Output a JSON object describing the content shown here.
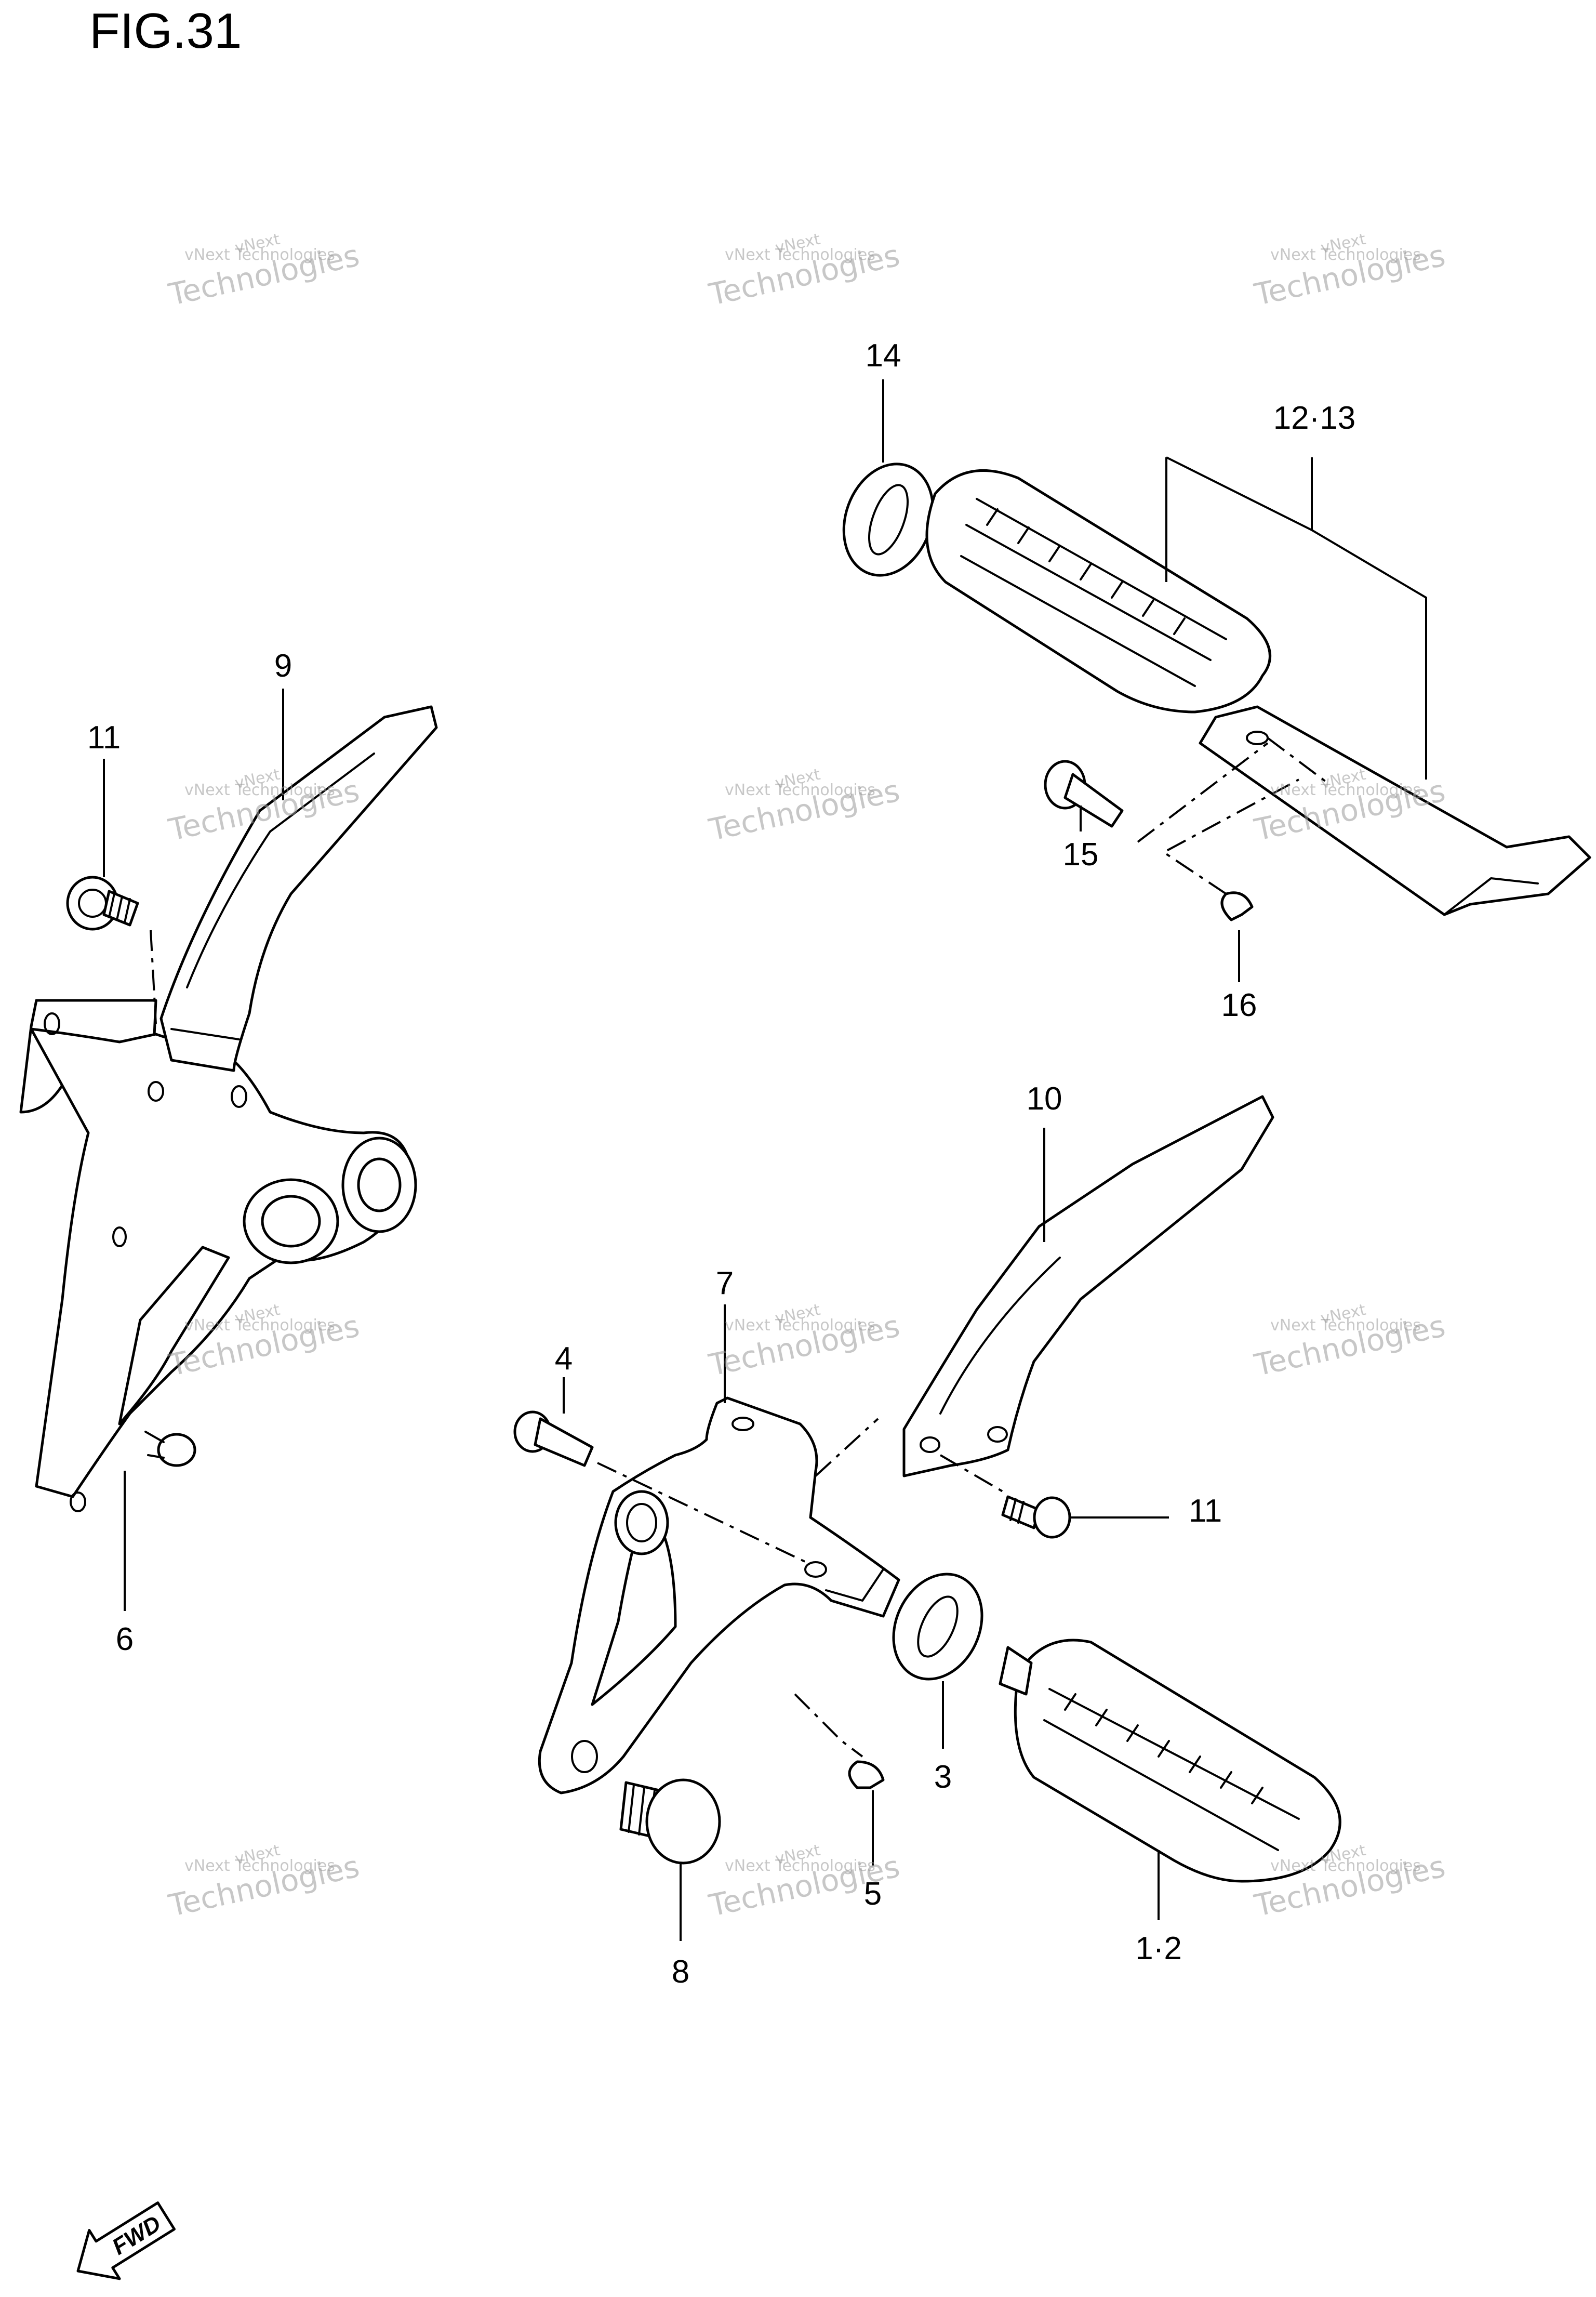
{
  "figure": {
    "title": "FIG.31"
  },
  "callouts": {
    "c1_2": "1·2",
    "c3": "3",
    "c4": "4",
    "c5": "5",
    "c6": "6",
    "c7": "7",
    "c8": "8",
    "c9": "9",
    "c10": "10",
    "c11_left": "11",
    "c11_right": "11",
    "c12_13": "12·13",
    "c14": "14",
    "c15": "15",
    "c16": "16"
  },
  "fwd_badge": {
    "label": "FWD"
  },
  "watermark": {
    "line1": "vNext Technologies",
    "line2": "Technologies",
    "over": "vNext"
  }
}
